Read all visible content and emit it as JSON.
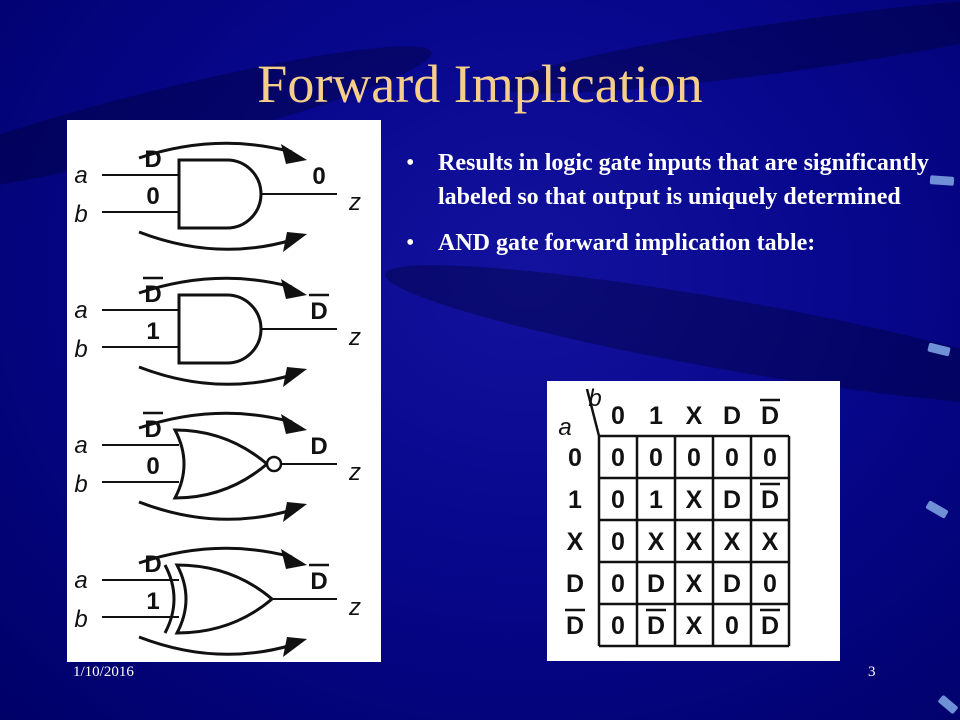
{
  "title": "Forward Implication",
  "bullets": [
    "Results in logic gate inputs that are significantly labeled so that output is uniquely determined",
    "AND gate forward implication table:"
  ],
  "bullet_symbol": "•",
  "footer": {
    "date": "1/10/2016",
    "page": "3"
  },
  "gates": [
    {
      "type": "AND",
      "input_a": "D",
      "input_a_bar": false,
      "input_b": "0",
      "input_b_bar": false,
      "output": "0",
      "output_bar": false,
      "label_a": "a",
      "label_b": "b",
      "label_z": "z"
    },
    {
      "type": "AND",
      "input_a": "D",
      "input_a_bar": true,
      "input_b": "1",
      "input_b_bar": false,
      "output": "D",
      "output_bar": true,
      "label_a": "a",
      "label_b": "b",
      "label_z": "z"
    },
    {
      "type": "NOR",
      "input_a": "D",
      "input_a_bar": true,
      "input_b": "0",
      "input_b_bar": false,
      "output": "D",
      "output_bar": false,
      "label_a": "a",
      "label_b": "b",
      "label_z": "z"
    },
    {
      "type": "XOR",
      "input_a": "D",
      "input_a_bar": false,
      "input_b": "1",
      "input_b_bar": false,
      "output": "D",
      "output_bar": true,
      "label_a": "a",
      "label_b": "b",
      "label_z": "z"
    }
  ],
  "implication_table": {
    "corner_row_label": "a",
    "corner_col_label": "b",
    "columns": [
      {
        "text": "0",
        "bar": false
      },
      {
        "text": "1",
        "bar": false
      },
      {
        "text": "X",
        "bar": false
      },
      {
        "text": "D",
        "bar": false
      },
      {
        "text": "D",
        "bar": true
      }
    ],
    "rows": [
      {
        "head": {
          "text": "0",
          "bar": false
        },
        "cells": [
          {
            "text": "0",
            "bar": false
          },
          {
            "text": "0",
            "bar": false
          },
          {
            "text": "0",
            "bar": false
          },
          {
            "text": "0",
            "bar": false
          },
          {
            "text": "0",
            "bar": false
          }
        ]
      },
      {
        "head": {
          "text": "1",
          "bar": false
        },
        "cells": [
          {
            "text": "0",
            "bar": false
          },
          {
            "text": "1",
            "bar": false
          },
          {
            "text": "X",
            "bar": false
          },
          {
            "text": "D",
            "bar": false
          },
          {
            "text": "D",
            "bar": true
          }
        ]
      },
      {
        "head": {
          "text": "X",
          "bar": false
        },
        "cells": [
          {
            "text": "0",
            "bar": false
          },
          {
            "text": "X",
            "bar": false
          },
          {
            "text": "X",
            "bar": false
          },
          {
            "text": "X",
            "bar": false
          },
          {
            "text": "X",
            "bar": false
          }
        ]
      },
      {
        "head": {
          "text": "D",
          "bar": false
        },
        "cells": [
          {
            "text": "0",
            "bar": false
          },
          {
            "text": "D",
            "bar": false
          },
          {
            "text": "X",
            "bar": false
          },
          {
            "text": "D",
            "bar": false
          },
          {
            "text": "0",
            "bar": false
          }
        ]
      },
      {
        "head": {
          "text": "D",
          "bar": true
        },
        "cells": [
          {
            "text": "0",
            "bar": false
          },
          {
            "text": "D",
            "bar": true
          },
          {
            "text": "X",
            "bar": false
          },
          {
            "text": "0",
            "bar": false
          },
          {
            "text": "D",
            "bar": true
          }
        ]
      }
    ]
  },
  "colors": {
    "background": "#07078c",
    "title": "#f5cf8a",
    "text": "#ffffff",
    "panel": "#ffffff",
    "ink": "#111111",
    "accent": "#6f8fd6"
  }
}
